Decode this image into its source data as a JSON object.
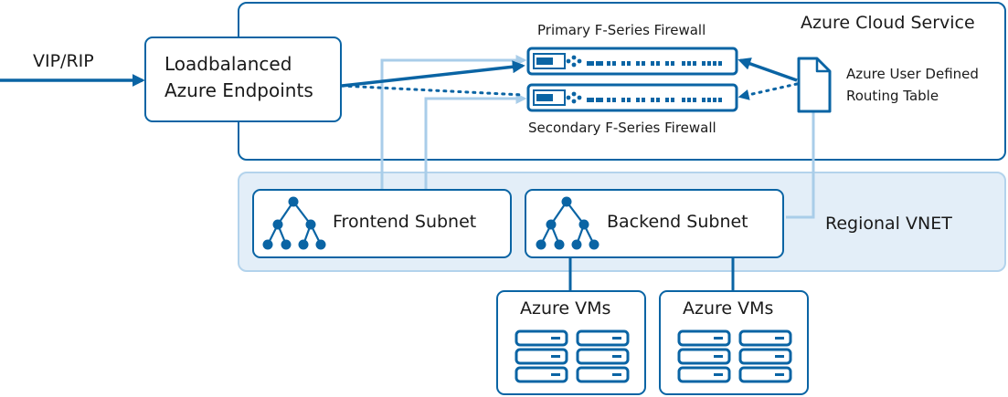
{
  "cloud_service": {
    "label": "Azure Cloud Service"
  },
  "regional_vnet": {
    "label": "Regional VNET"
  },
  "vip_rip": {
    "label": "VIP/RIP"
  },
  "load_balancer": {
    "line1": "Loadbalanced",
    "line2": "Azure Endpoints"
  },
  "primary_firewall": {
    "label": "Primary F-Series Firewall"
  },
  "secondary_firewall": {
    "label": "Secondary F-Series Firewall"
  },
  "routing_table": {
    "line1": "Azure User Defined",
    "line2": "Routing Table"
  },
  "frontend_subnet": {
    "label": "Frontend Subnet"
  },
  "backend_subnet": {
    "label": "Backend Subnet"
  },
  "vm_groups": [
    {
      "label": "Azure VMs"
    },
    {
      "label": "Azure VMs"
    }
  ],
  "colors": {
    "primary_blue": "#0a64a4",
    "light_blue": "#a9cde9",
    "vnet_fill": "#e3eef8",
    "vnet_border": "#b3d3ec"
  }
}
